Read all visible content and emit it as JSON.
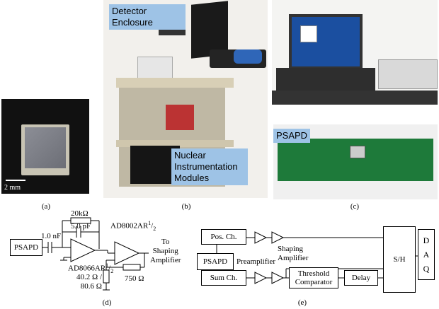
{
  "panels": {
    "a": {
      "caption": "(a)",
      "scale_label": "2 mm"
    },
    "b": {
      "caption": "(b)",
      "callout_top": "Detector Enclosure",
      "callout_bottom": "Nuclear Instrumentation Modules"
    },
    "c": {
      "caption": "(c)",
      "callout": "PSAPD"
    },
    "d": {
      "caption": "(d)",
      "input": "PSAPD",
      "c_in": "1.0 nF",
      "r_fb": "20kΩ",
      "c_fb": "5.0 pF",
      "amp1": "AD8066AR",
      "amp1_sup": "1",
      "amp1_sub": "2",
      "amp2": "AD8002AR",
      "amp2_sup": "1",
      "amp2_sub": "2",
      "out_line1": "To",
      "out_line2": "Shaping",
      "out_line3": "Amplifier",
      "r_gnd_line1": "40.2 Ω /",
      "r_gnd_line2": "80.6 Ω",
      "r_out": "750 Ω"
    },
    "e": {
      "caption": "(e)",
      "pos_ch": "Pos. Ch.",
      "psapd": "PSAPD",
      "sum_ch": "Sum Ch.",
      "preamp": "Preamplifier",
      "shaping_line1": "Shaping",
      "shaping_line2": "Amplifier",
      "threshold_line1": "Threshold",
      "threshold_line2": "Comparator",
      "delay": "Delay",
      "sh": "S/H",
      "daq": [
        "D",
        "A",
        "Q"
      ]
    }
  }
}
